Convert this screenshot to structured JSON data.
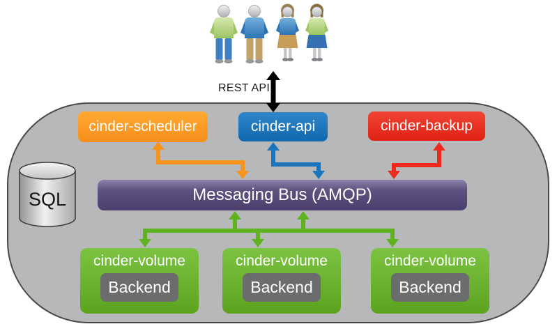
{
  "actors": {
    "users_icon": "four-users",
    "api_label": "REST API"
  },
  "services": {
    "scheduler": {
      "label": "cinder-scheduler",
      "color": "#F7941E"
    },
    "api": {
      "label": "cinder-api",
      "color": "#1B75BC"
    },
    "backup": {
      "label": "cinder-backup",
      "color": "#E8291C"
    }
  },
  "bus": {
    "label": "Messaging Bus (AMQP)",
    "color": "#4C4170"
  },
  "database": {
    "label": "SQL"
  },
  "volumes": [
    {
      "label": "cinder-volume",
      "backend": "Backend",
      "color": "#67B22C"
    },
    {
      "label": "cinder-volume",
      "backend": "Backend",
      "color": "#67B22C"
    },
    {
      "label": "cinder-volume",
      "backend": "Backend",
      "color": "#67B22C"
    }
  ],
  "connections": [
    {
      "from": "users",
      "to": "cinder-api",
      "via": "REST API",
      "color": "#000000",
      "bidirectional": true
    },
    {
      "from": "cinder-scheduler",
      "to": "messaging-bus",
      "color": "#F7941E",
      "bidirectional": true
    },
    {
      "from": "cinder-api",
      "to": "messaging-bus",
      "color": "#1B75BC",
      "bidirectional": true
    },
    {
      "from": "cinder-backup",
      "to": "messaging-bus",
      "color": "#E8291C",
      "bidirectional": true
    },
    {
      "from": "messaging-bus",
      "to": "cinder-volume-x3",
      "color": "#5FB321",
      "bidirectional": true
    }
  ],
  "colors": {
    "container": "#B7B8BA",
    "container_border": "#48494B",
    "backend_box": "#6B6C6E",
    "arrow_green": "#5FB321",
    "arrow_black": "#000000"
  }
}
